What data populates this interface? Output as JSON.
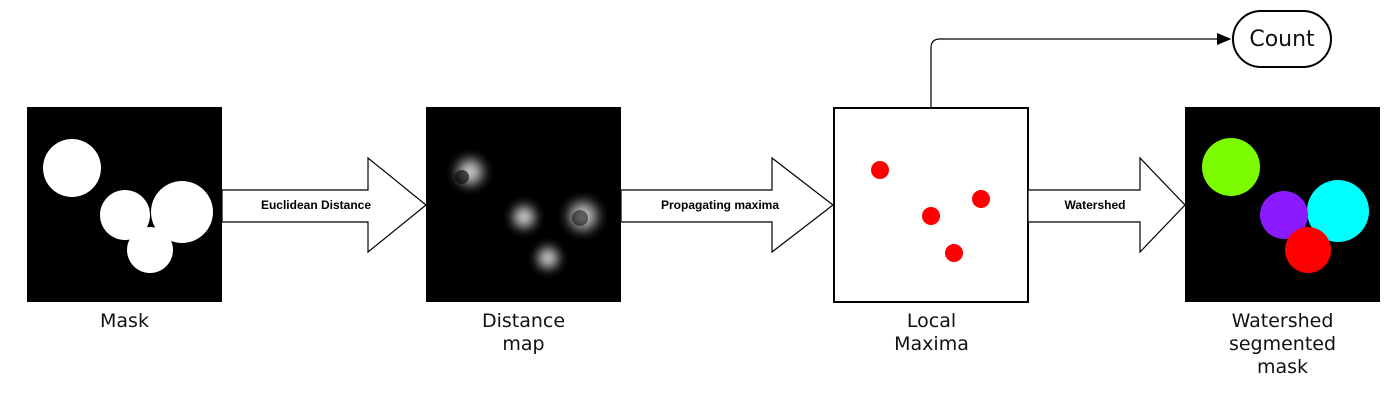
{
  "stages": {
    "mask": {
      "caption": "Mask"
    },
    "distance_map": {
      "caption": "Distance\nmap"
    },
    "local_maxima": {
      "caption": "Local\nMaxima"
    },
    "watershed_mask": {
      "caption": "Watershed\nsegmented\nmask"
    }
  },
  "arrows": {
    "euclidean": {
      "label": "Euclidean Distance"
    },
    "propagating": {
      "label": "Propagating maxima"
    },
    "watershed": {
      "label": "Watershed"
    }
  },
  "count_node": {
    "label": "Count"
  },
  "colors": {
    "maxima_dot": "#ff0000",
    "segment_green": "#7cfc00",
    "segment_purple": "#8b1aff",
    "segment_cyan": "#00ffff",
    "segment_red": "#ff0000"
  }
}
